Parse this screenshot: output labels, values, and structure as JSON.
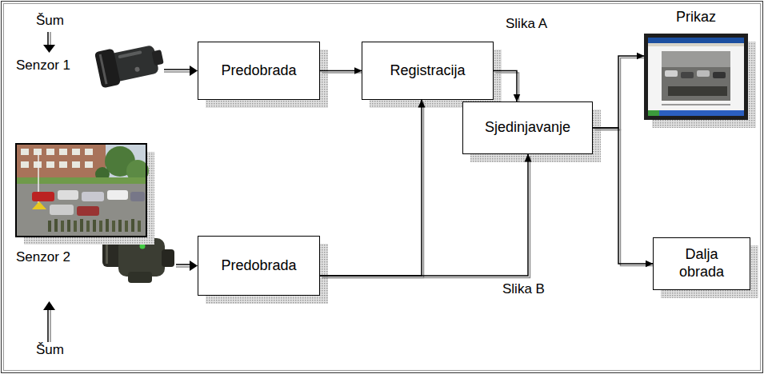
{
  "diagram": {
    "nodes": [
      {
        "text": [
          "Predobrada"
        ]
      },
      {
        "text": [
          "Registracija"
        ]
      },
      {
        "text": [
          "Prikaz"
        ]
      },
      {
        "text": [
          "Sjedinjavanje"
        ]
      },
      {
        "text": [
          "Predobrada"
        ]
      },
      {
        "text": [
          "Dalja obrada"
        ]
      }
    ],
    "edges": [
      {
        "from": 0,
        "to": 1,
        "arrow": "to"
      },
      {
        "from": 1,
        "to": 3,
        "label": "Slika A",
        "arrow": "to"
      },
      {
        "from": 4,
        "to": 1,
        "arrow": "to"
      },
      {
        "from": 4,
        "to": 3,
        "label": "Slika B",
        "arrow": "to"
      },
      {
        "from": 3,
        "to": 2,
        "arrow": "to"
      },
      {
        "from": 3,
        "to": 5,
        "arrow": "to"
      }
    ],
    "labels": [
      "Šum",
      "Senzor 1",
      "Senzor 2",
      "Šum"
    ]
  }
}
